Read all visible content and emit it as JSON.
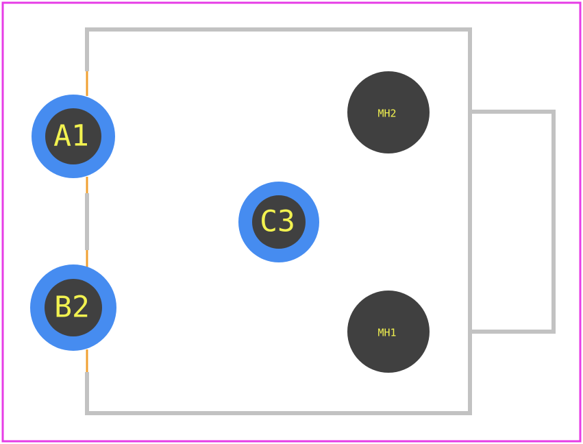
{
  "colors": {
    "courtyard": "#e63ce6",
    "silkscreen": "#c2c2c2",
    "fab_lead": "#f0a030",
    "copper_ring": "#468cf0",
    "drill": "#404040",
    "label": "#f2f250",
    "background": "#ffffff"
  },
  "pads": [
    {
      "id": "a1",
      "label": "A1"
    },
    {
      "id": "b2",
      "label": "B2"
    },
    {
      "id": "c3",
      "label": "C3"
    }
  ],
  "mounting_holes": [
    {
      "id": "mh2",
      "label": "MH2"
    },
    {
      "id": "mh1",
      "label": "MH1"
    }
  ]
}
